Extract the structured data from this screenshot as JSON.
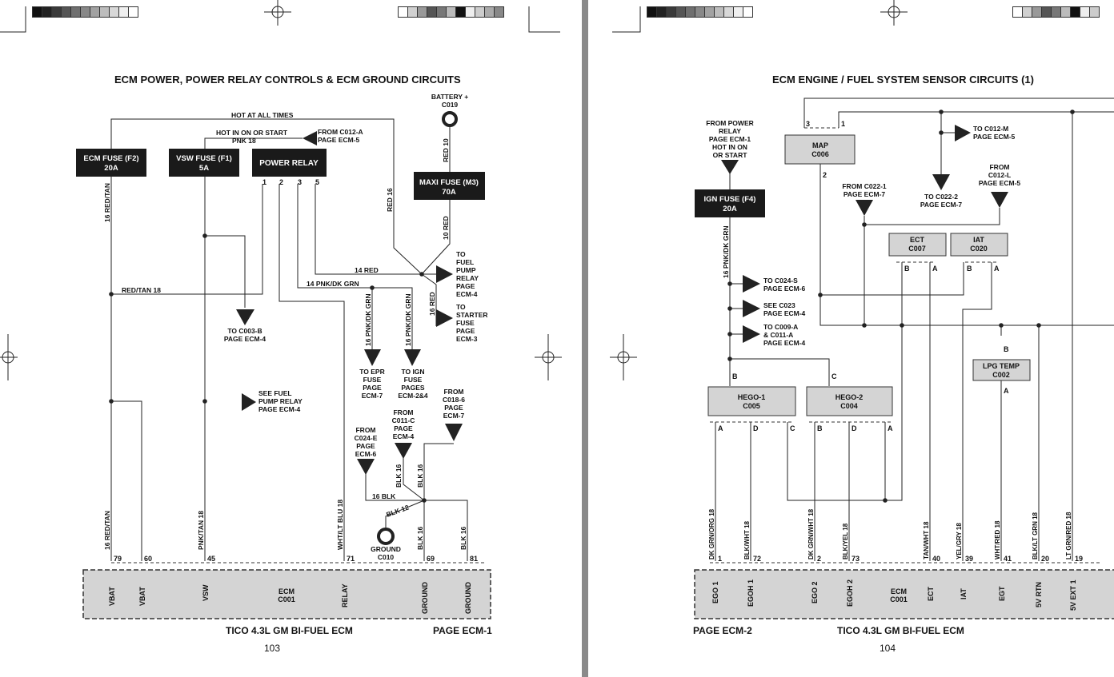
{
  "colors": {
    "divider": "#8a8a8a",
    "fuse_box": "#1a1a1a",
    "connector_fill": "#d4d4d4",
    "wire": "#222222"
  },
  "left": {
    "title": "ECM POWER, POWER RELAY CONTROLS & ECM GROUND CIRCUITS",
    "footer_center": "TICO 4.3L GM BI-FUEL ECM",
    "footer_right": "PAGE ECM-1",
    "page_number": "103",
    "fuses": {
      "ecm": [
        "ECM FUSE (F2)",
        "20A"
      ],
      "vsw": [
        "VSW FUSE (F1)",
        "5A"
      ],
      "relay": [
        "POWER RELAY"
      ],
      "maxi": [
        "MAXI FUSE (M3)",
        "70A"
      ]
    },
    "battery": [
      "BATTERY +",
      "C019"
    ],
    "ground": [
      "GROUND",
      "C010"
    ],
    "wires": {
      "hot_all": "HOT AT ALL TIMES",
      "hot_start": "HOT IN ON OR START",
      "pnk18": "PNK 18",
      "red10a": "RED 10",
      "red10b": "10 RED",
      "red16": "RED 16",
      "redtan16": "16 RED/TAN",
      "redtan18": "RED/TAN 18",
      "red14": "14 RED",
      "pnkgrn14": "14 PNK/DK GRN",
      "pnkgrn16a": "16 PNK/DK GRN",
      "pnkgrn16b": "16 PNK/DK GRN",
      "red16b": "16 RED",
      "blk16": "16 BLK",
      "blk12": "BLK 12",
      "blk16a": "BLK 16",
      "blk16b": "BLK 16",
      "redtan16b": "16 RED/TAN",
      "pnktan18": "PNK/TAN 18",
      "whtblu18": "WHT/LT BLU 18",
      "blk16c": "BLK 16",
      "blk16d": "BLK 16"
    },
    "relay_pins": [
      "1",
      "2",
      "3",
      "5"
    ],
    "refs": {
      "from_c012a": [
        "FROM C012-A",
        "PAGE ECM-5"
      ],
      "to_c003b": [
        "TO C003-B",
        "PAGE ECM-4"
      ],
      "see_fuel": [
        "SEE FUEL",
        "PUMP RELAY",
        "PAGE ECM-4"
      ],
      "to_fuel_pump": [
        "TO",
        "FUEL",
        "PUMP",
        "RELAY",
        "PAGE",
        "ECM-4"
      ],
      "to_starter": [
        "TO",
        "STARTER",
        "FUSE",
        "PAGE",
        "ECM-3"
      ],
      "to_epr": [
        "TO EPR",
        "FUSE",
        "PAGE",
        "ECM-7"
      ],
      "to_ign": [
        "TO IGN",
        "FUSE",
        "PAGES",
        "ECM-2&4"
      ],
      "from_c024e": [
        "FROM",
        "C024-E",
        "PAGE",
        "ECM-6"
      ],
      "from_c011c": [
        "FROM",
        "C011-C",
        "PAGE",
        "ECM-4"
      ],
      "from_c018": [
        "FROM",
        "C018-6",
        "PAGE",
        "ECM-7"
      ]
    },
    "pins": [
      "79",
      "60",
      "45",
      "71",
      "69",
      "81"
    ],
    "connector": {
      "name": [
        "ECM",
        "C001"
      ],
      "labels": [
        "VBAT",
        "VBAT",
        "VSW",
        "RELAY",
        "GROUND",
        "GROUND"
      ]
    }
  },
  "right": {
    "title": "ECM ENGINE / FUEL SYSTEM SENSOR CIRCUITS (1)",
    "footer_left": "PAGE ECM-2",
    "footer_center": "TICO 4.3L GM BI-FUEL ECM",
    "page_number": "104",
    "from_power_relay": [
      "FROM POWER",
      "RELAY",
      "PAGE ECM-1",
      "HOT IN ON",
      "OR START"
    ],
    "ign_fuse": [
      "IGN FUSE (F4)",
      "20A"
    ],
    "pnkgrn16": "16 PNK/DK GRN",
    "map": [
      "MAP",
      "C006"
    ],
    "map_pins": [
      "3",
      "1",
      "2"
    ],
    "to_c012m": [
      "TO C012-M",
      "PAGE ECM-5"
    ],
    "to_c022_2": [
      "TO C022-2",
      "PAGE ECM-7"
    ],
    "from_c022_1": [
      "FROM C022-1",
      "PAGE ECM-7"
    ],
    "from_c012l": [
      "FROM",
      "C012-L",
      "PAGE ECM-5"
    ],
    "ect": [
      "ECT",
      "C007"
    ],
    "iat": [
      "IAT",
      "C020"
    ],
    "sensor_pins": [
      "B",
      "A",
      "B",
      "A"
    ],
    "to_c024s": [
      "TO C024-S",
      "PAGE ECM-6"
    ],
    "see_c023": [
      "SEE C023",
      "PAGE ECM-4"
    ],
    "to_c009a": [
      "TO C009-A",
      "& C011-A",
      "PAGE ECM-4"
    ],
    "hego1": [
      "HEGO-1",
      "C005"
    ],
    "hego2": [
      "HEGO-2",
      "C004"
    ],
    "hego_pins_top": [
      "B",
      "C"
    ],
    "hego1_pins": [
      "A",
      "D",
      "C"
    ],
    "hego2_pins": [
      "B",
      "D",
      "A"
    ],
    "lpg": [
      "LPG TEMP",
      "C002"
    ],
    "lpg_pins": [
      "B",
      "A"
    ],
    "wire_labels": [
      "DK GRN/ORG 18",
      "BLK/WHT 18",
      "DK GRN/WHT 18",
      "BLK/YEL 18",
      "TAN/WHT 18",
      "YEL/GRY 18",
      "WHT/RED 18",
      "BLK/LT GRN 18",
      "LT GRN/RED 18"
    ],
    "pins": [
      "1",
      "72",
      "2",
      "73",
      "40",
      "39",
      "41",
      "20",
      "19"
    ],
    "connector": {
      "name": [
        "ECM",
        "C001"
      ],
      "labels": [
        "EGO 1",
        "EGOH 1",
        "EGO 2",
        "EGOH 2",
        "ECT",
        "IAT",
        "EGT",
        "5V RTN",
        "5V EXT 1"
      ]
    }
  }
}
